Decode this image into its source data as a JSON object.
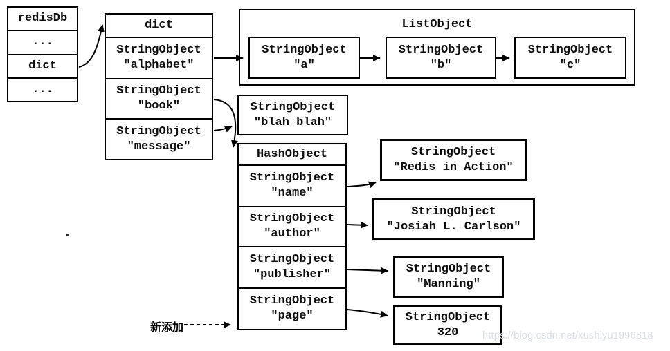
{
  "redisdb_table": {
    "rows": [
      "redisDb",
      "...",
      "dict",
      "..."
    ]
  },
  "dict_table": {
    "header": "dict",
    "rows": [
      {
        "type": "StringObject",
        "value": "\"alphabet\""
      },
      {
        "type": "StringObject",
        "value": "\"book\""
      },
      {
        "type": "StringObject",
        "value": "\"message\""
      }
    ]
  },
  "list_object": {
    "title": "ListObject",
    "items": [
      {
        "type": "StringObject",
        "value": "\"a\""
      },
      {
        "type": "StringObject",
        "value": "\"b\""
      },
      {
        "type": "StringObject",
        "value": "\"c\""
      }
    ]
  },
  "blah_box": {
    "type": "StringObject",
    "value": "\"blah blah\""
  },
  "hash_table": {
    "header": "HashObject",
    "rows": [
      {
        "type": "StringObject",
        "value": "\"name\""
      },
      {
        "type": "StringObject",
        "value": "\"author\""
      },
      {
        "type": "StringObject",
        "value": "\"publisher\""
      },
      {
        "type": "StringObject",
        "value": "\"page\""
      }
    ]
  },
  "value_boxes": {
    "title": {
      "type": "StringObject",
      "value": "\"Redis in Action\""
    },
    "author": {
      "type": "StringObject",
      "value": "\"Josiah L. Carlson\""
    },
    "publisher": {
      "type": "StringObject",
      "value": "\"Manning\""
    },
    "page": {
      "type": "StringObject",
      "value": "320"
    }
  },
  "annotation": {
    "label": "新添加"
  },
  "watermark": {
    "text": "https://blog.csdn.net/xushiyu1996818",
    "color": "#d9dfe5"
  },
  "colors": {
    "line": "#000000",
    "background": "#ffffff",
    "text": "#0d0d0d"
  }
}
